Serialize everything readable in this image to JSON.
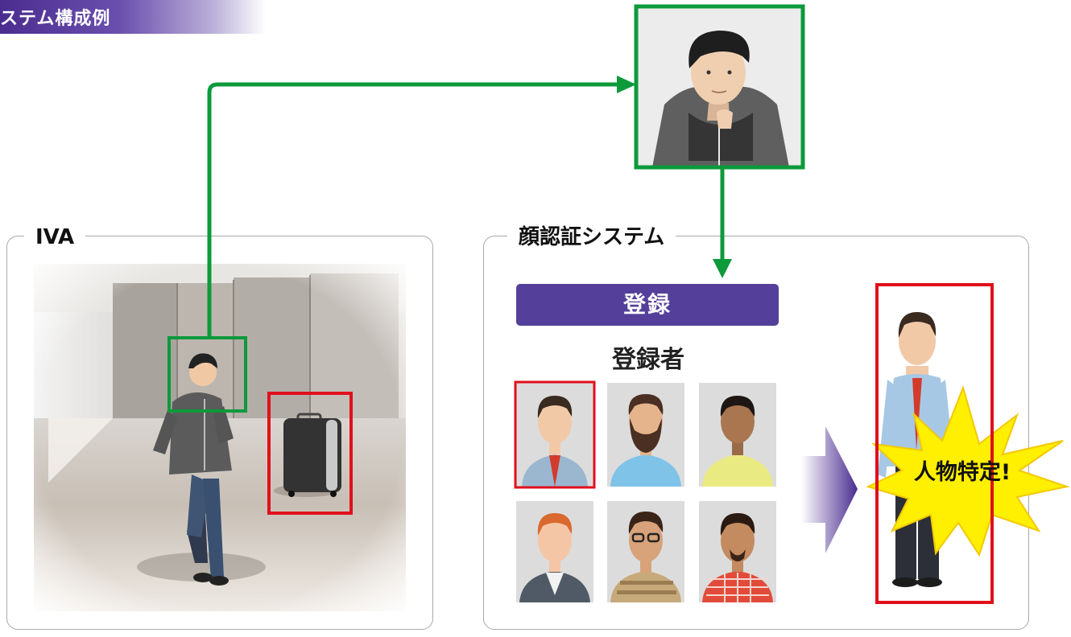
{
  "header": {
    "title": "ステム構成例"
  },
  "iva_panel": {
    "label": "IVA"
  },
  "face_panel": {
    "label": "顔認証システム"
  },
  "register_banner": {
    "label": "登録"
  },
  "registrants_label": "登録者",
  "identified_badge": "人物特定!",
  "colors": {
    "accent_purple": "#54409a",
    "detect_green": "#0c9a3b",
    "alert_red": "#e0101b",
    "badge_yellow": "#ffef00"
  },
  "icons": [
    "person-icon",
    "suitcase-icon",
    "arrow-right-icon",
    "arrow-down-icon",
    "flow-arrow-icon",
    "starburst-icon"
  ]
}
